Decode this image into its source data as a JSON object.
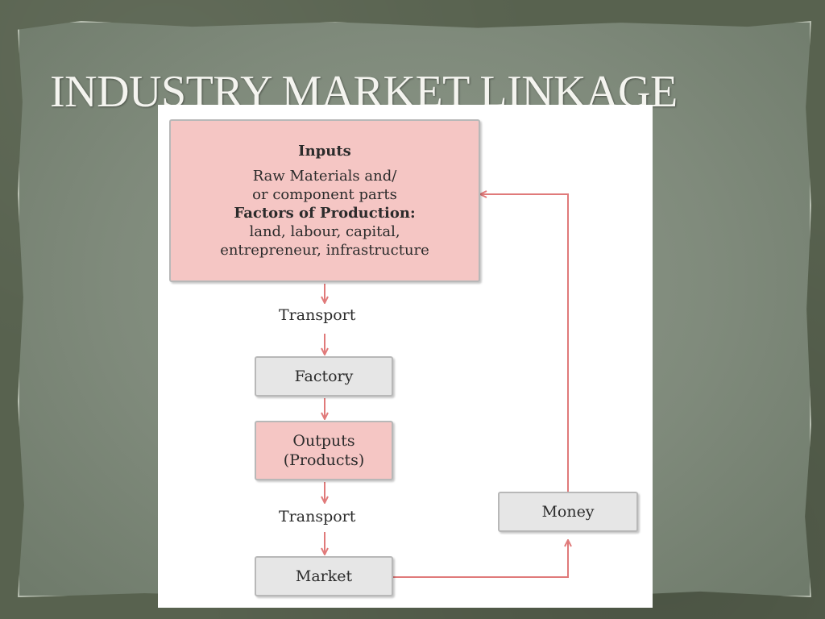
{
  "slide": {
    "title": "INDUSTRY MARKET LINKAGE"
  },
  "diagram": {
    "inputs": {
      "heading": "Inputs",
      "line1": "Raw Materials and/",
      "line2": "or component parts",
      "subheading": "Factors of Production:",
      "line3": "land, labour, capital,",
      "line4": "entrepreneur, infrastructure"
    },
    "transport_1": "Transport",
    "factory": "Factory",
    "outputs": {
      "line1": "Outputs",
      "line2": "(Products)"
    },
    "transport_2": "Transport",
    "market": "Market",
    "money": "Money"
  },
  "colors": {
    "slide_background": "#5c6656",
    "paper": "#7f8a7b",
    "title_text": "#f4f4ef",
    "pink_box": "#f5c6c4",
    "grey_box": "#e6e6e6",
    "arrow": "#e07a7a"
  }
}
